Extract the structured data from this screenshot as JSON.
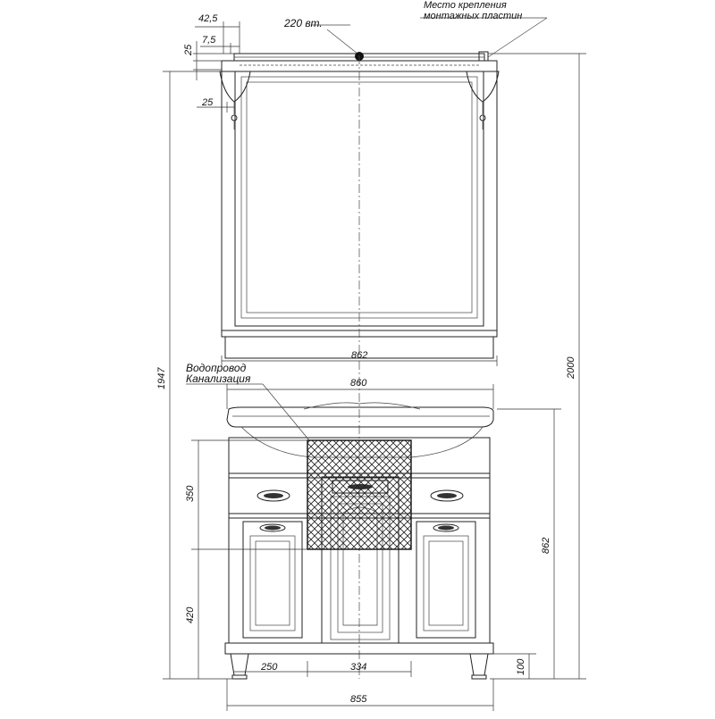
{
  "annotations": {
    "power": "220 вт.",
    "mount_line1": "Место крепления",
    "mount_line2": "монтажных пластин",
    "water": "Водопровод",
    "drain": "Канализация"
  },
  "dimensions": {
    "d42_5": "42,5",
    "d7_5": "7,5",
    "d25_top": "25",
    "d25_lamp": "25",
    "mirror_width": "862",
    "total_height": "1947",
    "overall_height": "2000",
    "basin_width": "860",
    "zone_350": "350",
    "zone_420": "420",
    "cabinet_height": "862",
    "d250": "250",
    "d334": "334",
    "leg_100": "100",
    "base_width": "855"
  }
}
